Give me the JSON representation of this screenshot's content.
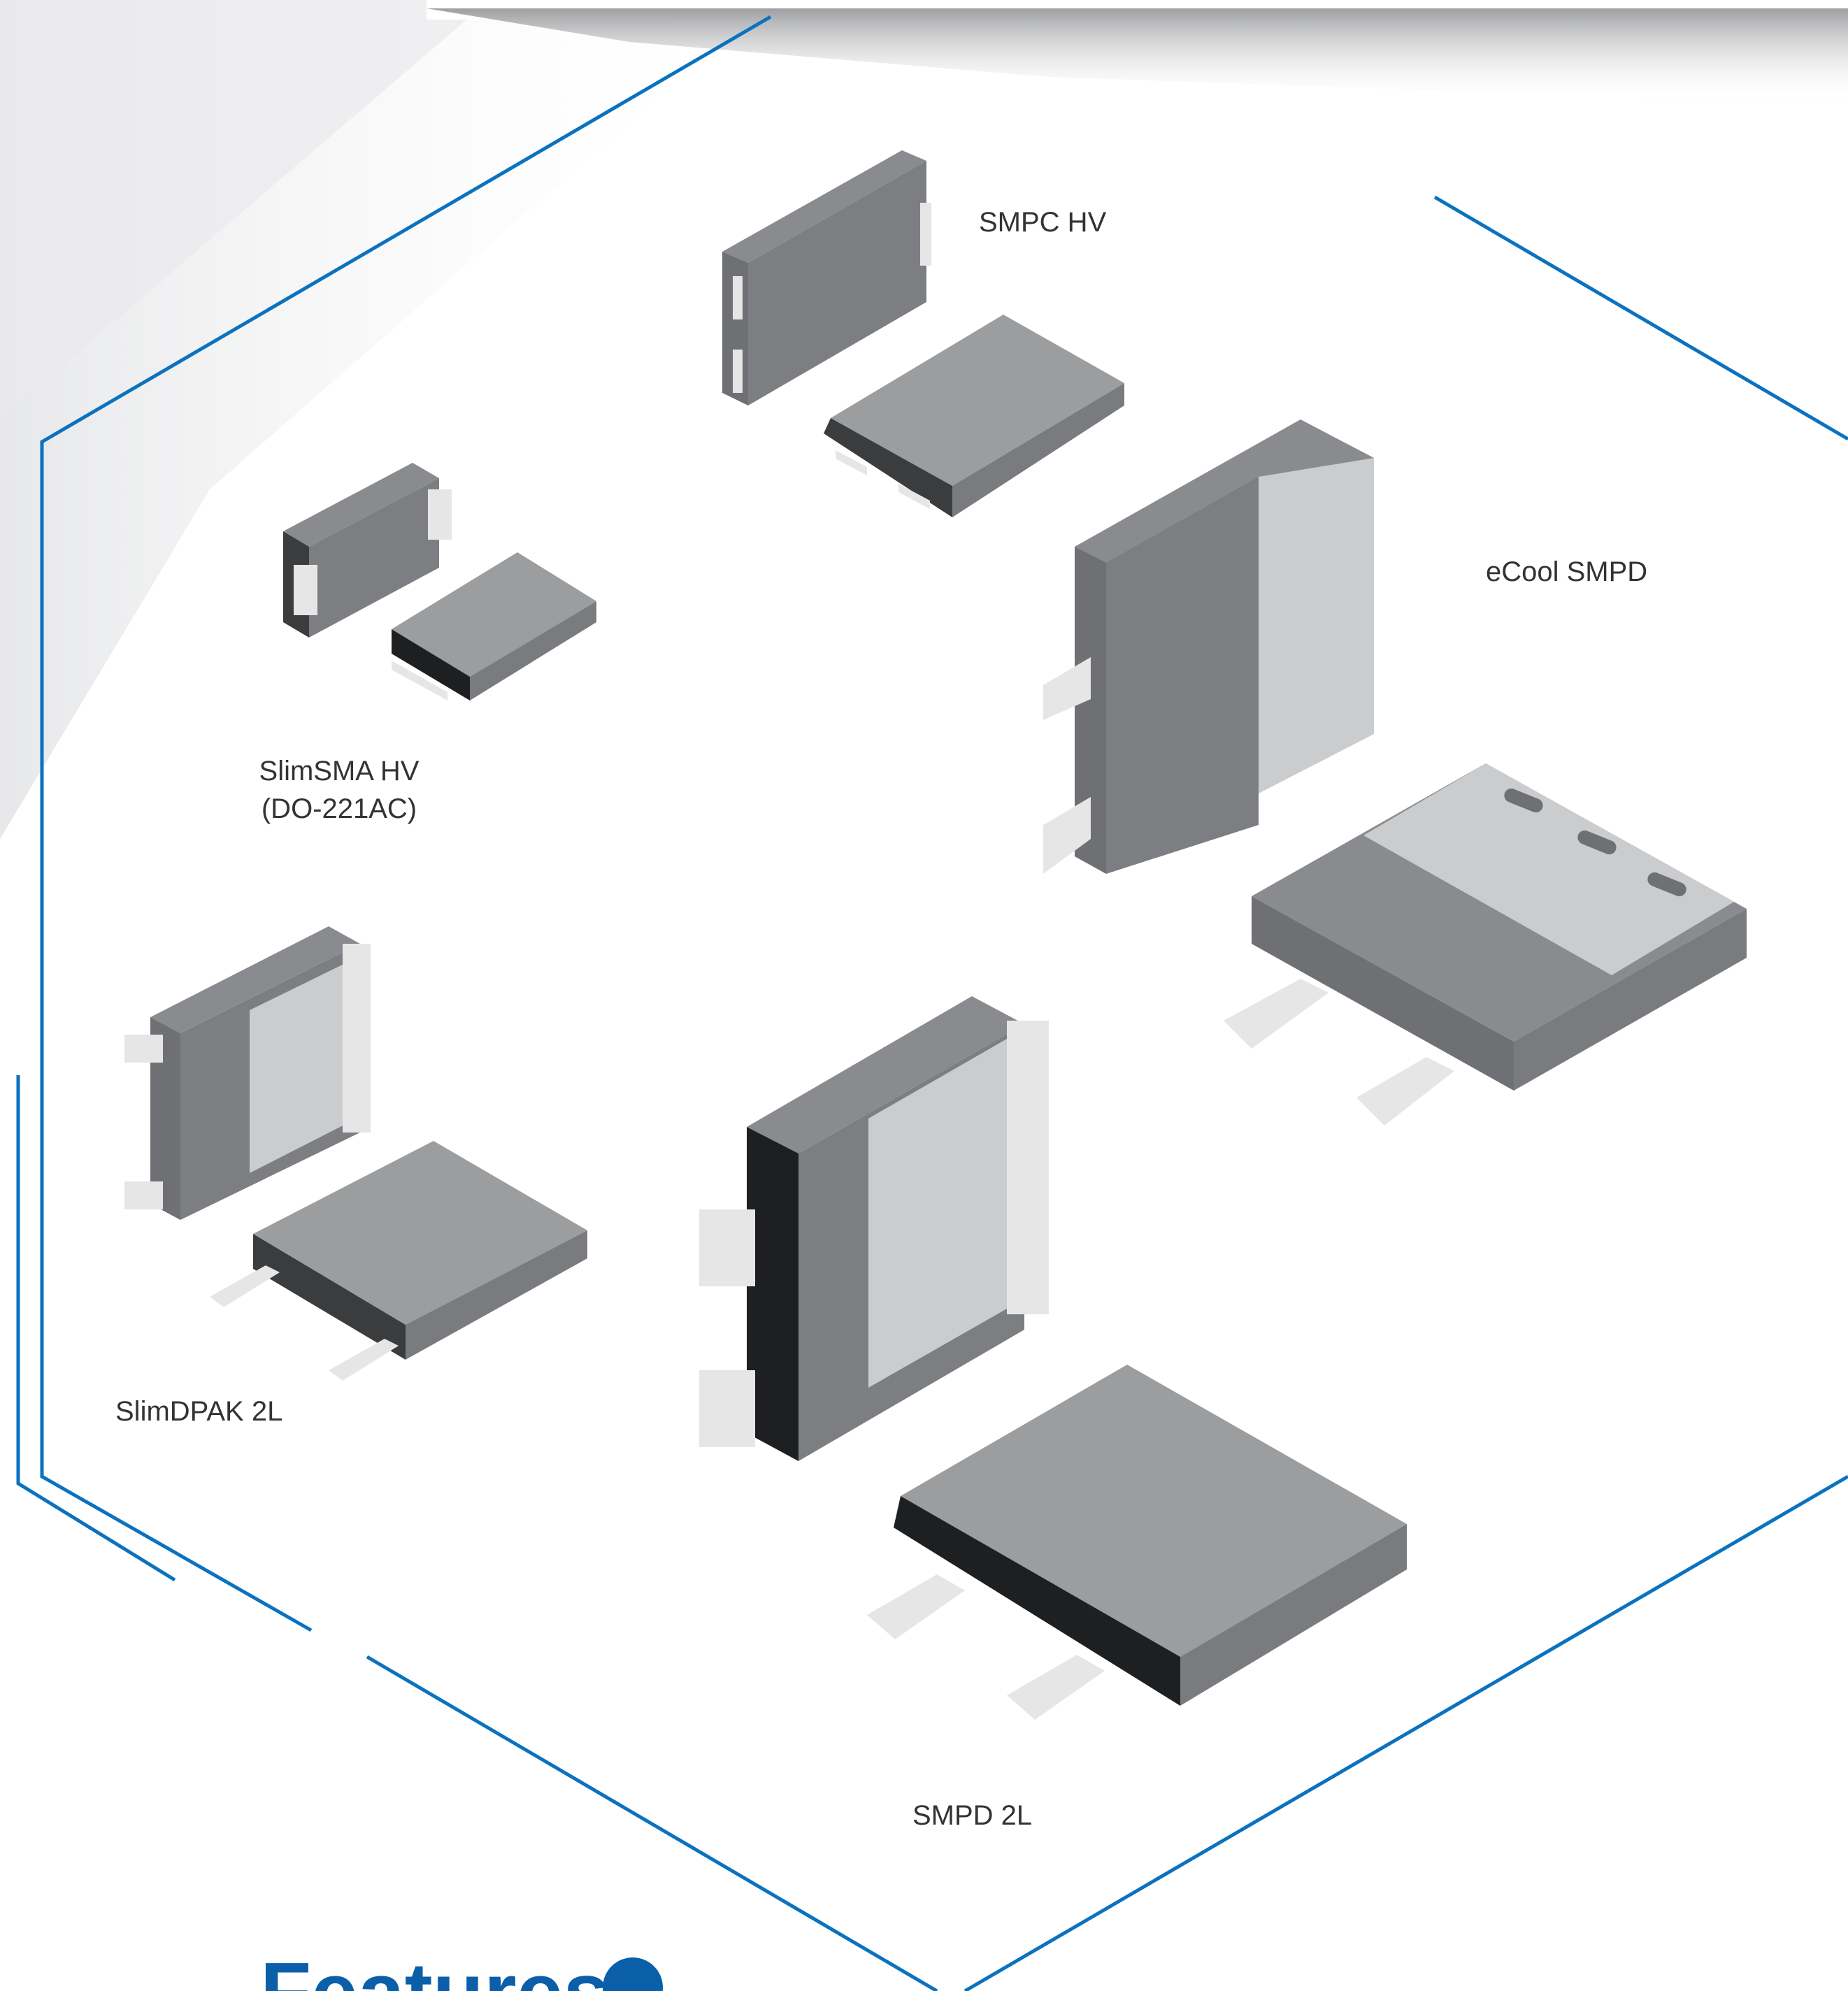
{
  "colors": {
    "accent_blue": "#0a72bf",
    "heading_blue": "#0a5fa8",
    "label_text": "#333333",
    "package_dark": "#6f7073",
    "package_mid": "#8a8b8e",
    "package_light": "#c9cacc",
    "lead_color": "#e6e6e6"
  },
  "packages": {
    "smpc_hv": {
      "label": "SMPC HV"
    },
    "slimsma_hv": {
      "label_line1": "SlimSMA HV",
      "label_line2": "(DO-221AC)"
    },
    "ecool_smpd": {
      "label": "eCool SMPD"
    },
    "slimdpak_2l": {
      "label": "SlimDPAK 2L"
    },
    "smpd_2l": {
      "label": "SMPD 2L"
    }
  },
  "section": {
    "heading": "Features"
  }
}
